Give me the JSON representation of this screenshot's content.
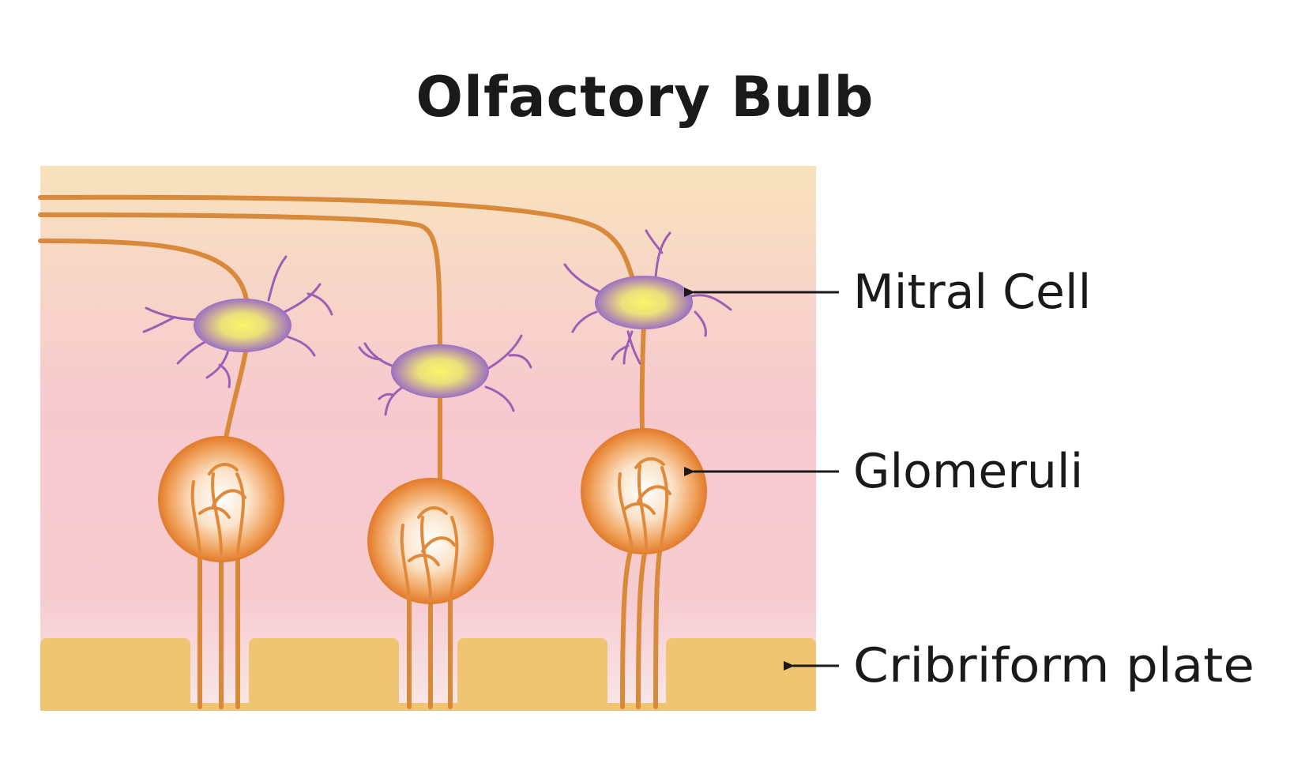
{
  "title": "Olfactory Bulb",
  "labels": {
    "mitral_cell": "Mitral Cell",
    "glomeruli": "Glomeruli",
    "cribriform_plate": "Cribriform plate"
  },
  "colors": {
    "tissue_top": "#f8e3bc",
    "tissue_middle": "#f6c7cd",
    "tissue_bottom": "#f8e1e3",
    "plate": "#efc572",
    "fiber": "#d9893a",
    "mitral_body_outer": "#9b6ec0",
    "mitral_body_inner": "#f6f26a",
    "dendrite": "#9b5fb5",
    "glomerulus_outer": "#e27b2a",
    "glomerulus_inner": "#fff8ef",
    "arrow": "#1a1a1a",
    "text": "#1a1a1a"
  }
}
